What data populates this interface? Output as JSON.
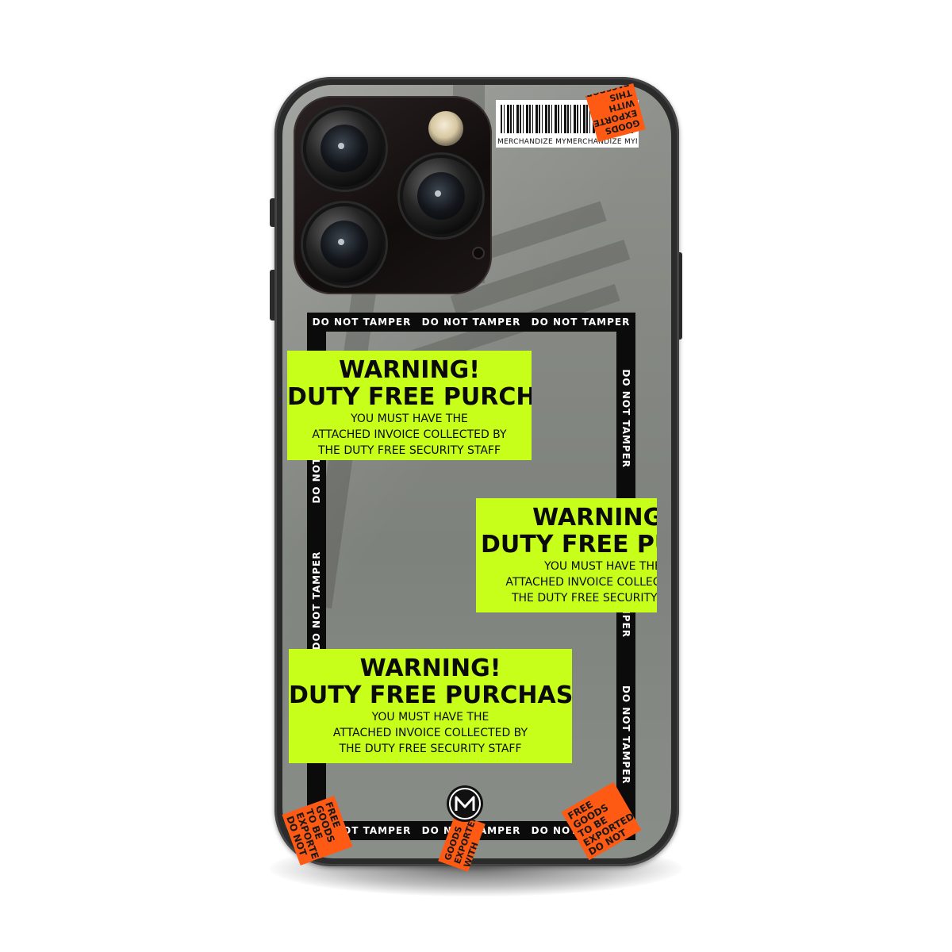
{
  "barcode": {
    "text": "MERCHANDIZE MYMERCHANDIZE MYMERCHANDIZE"
  },
  "tape": {
    "label": "DO NOT TAMPER",
    "left_vertical": "DO NOT TAMPERDO NOT TAMPER",
    "right_vertical": "PERDO NOT TAMPER"
  },
  "warnings": [
    {
      "title": "WARNING!",
      "subtitle": "DUTY FREE PURCHASE",
      "line1": "YOU MUST HAVE THE",
      "line2": "ATTACHED INVOICE COLLECTED BY",
      "line3": "THE DUTY FREE SECURITY STAFF"
    },
    {
      "title": "WARNING!",
      "subtitle": "DUTY FREE PURCHASE",
      "line1": "YOU MUST HAVE THE",
      "line2": "ATTACHED INVOICE COLLECTED BY",
      "line3": "THE DUTY FREE SECURITY STAFF"
    },
    {
      "title": "WARNING!",
      "subtitle": "DUTY FREE PURCHASE",
      "line1": "YOU MUST HAVE THE",
      "line2": "ATTACHED INVOICE COLLECTED BY",
      "line3": "THE DUTY FREE SECURITY STAFF"
    }
  ],
  "stickers": {
    "top_right": "GOODS EXPORTED WITH THIS PASSPORT!",
    "bottom_left": "FREE GOODS TO BE EXPORTED DO NOT OPEN BEFORE",
    "bottom_center": "GOODS EXPORTED WITH THIS PASSPORT!",
    "bottom_right": "FREE GOODS TO BE EXPORTED DO NOT OPEN BEFORE"
  },
  "logo": {
    "letter": "M"
  },
  "colors": {
    "warning_yellow": "#c8ff1a",
    "sticker_orange": "#ff5a14",
    "tape_black": "#0b0b0b",
    "case_gray": "#868983"
  }
}
